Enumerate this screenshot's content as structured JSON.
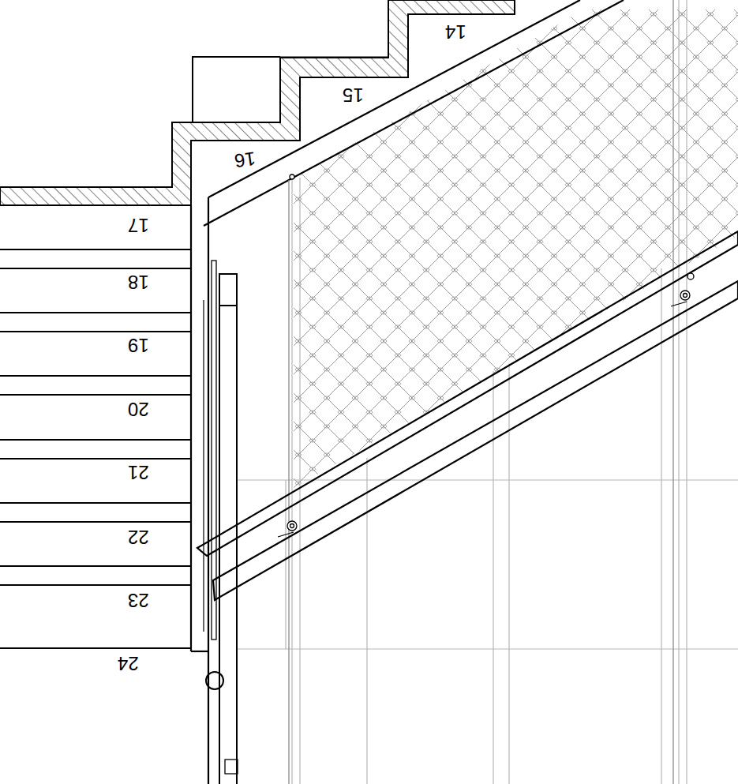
{
  "diagram": {
    "labels": [
      "14",
      "15",
      "16",
      "17",
      "18",
      "19",
      "20",
      "21",
      "22",
      "23",
      "24"
    ]
  }
}
